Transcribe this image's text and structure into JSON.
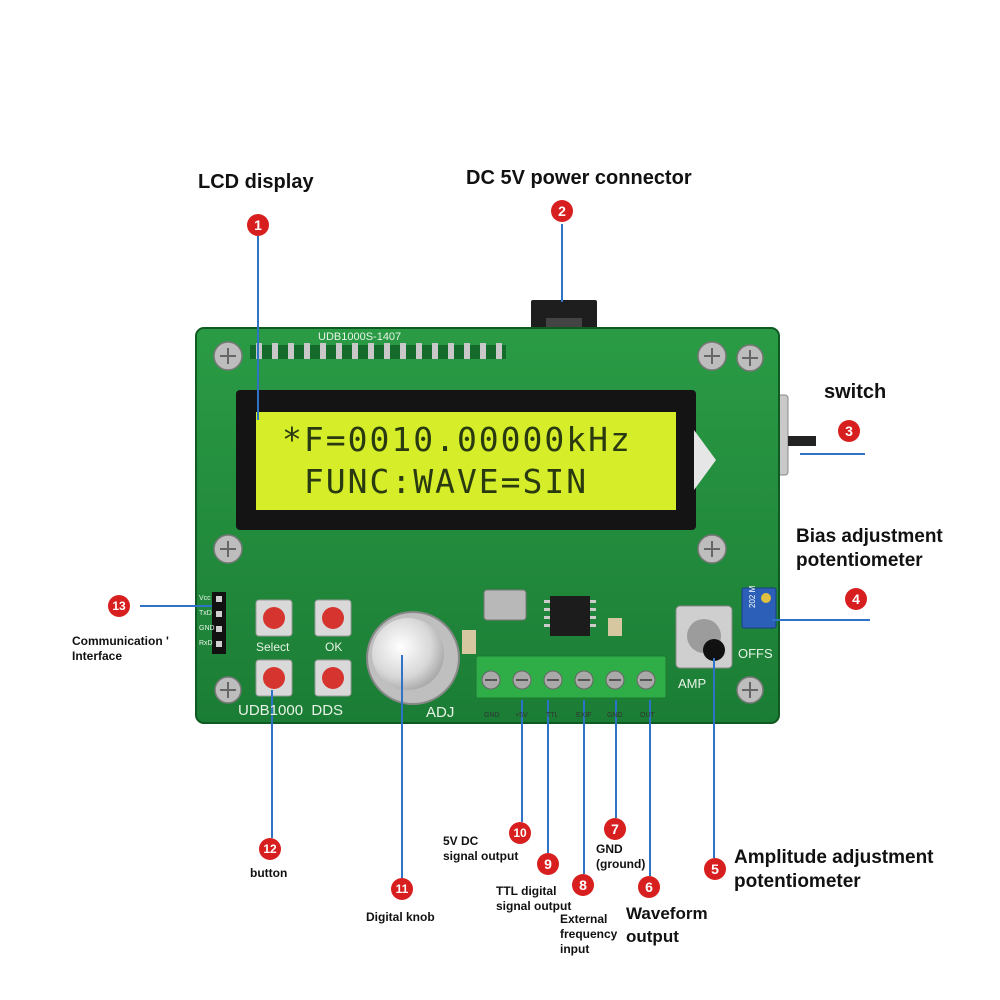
{
  "callouts": [
    {
      "num": "1",
      "label": "LCD display"
    },
    {
      "num": "2",
      "label": "DC 5V power connector"
    },
    {
      "num": "3",
      "label": "switch"
    },
    {
      "num": "4",
      "label": "Bias adjustment\npotentiometer"
    },
    {
      "num": "5",
      "label": "Amplitude adjustment\npotentiometer"
    },
    {
      "num": "6",
      "label": "Waveform\noutput"
    },
    {
      "num": "7",
      "label": "GND\n(ground)"
    },
    {
      "num": "8",
      "label": "External\nfrequency\ninput"
    },
    {
      "num": "9",
      "label": "TTL digital\nsignal output"
    },
    {
      "num": "10",
      "label": "5V DC\nsignal output"
    },
    {
      "num": "11",
      "label": "Digital knob"
    },
    {
      "num": "12",
      "label": "button"
    },
    {
      "num": "13",
      "label": "Communication '\nInterface"
    }
  ],
  "lcd": {
    "line1": "*F=0010.00000kHz",
    "line2": " FUNC:WAVE=SIN"
  },
  "board": {
    "model_top": "UDB1000S-1407",
    "model_bottom": "UDB1000  DDS",
    "adj": "ADJ",
    "amp": "AMP",
    "offs": "OFFS",
    "btn_select": "Select",
    "btn_ok": "OK",
    "comm_pins": [
      "Vcc",
      "TxD",
      "GND",
      "RxD"
    ],
    "terminals": [
      "GND",
      "+5V",
      "TTL",
      "EXIF",
      "GND",
      "OUT"
    ],
    "pot_code": "202 M"
  },
  "colors": {
    "pcb": "#1f8a3c",
    "pcb_dark": "#156b2c",
    "lcd": "#d6ee2a",
    "terminal": "#2fae48",
    "badge": "#d81f1f"
  }
}
